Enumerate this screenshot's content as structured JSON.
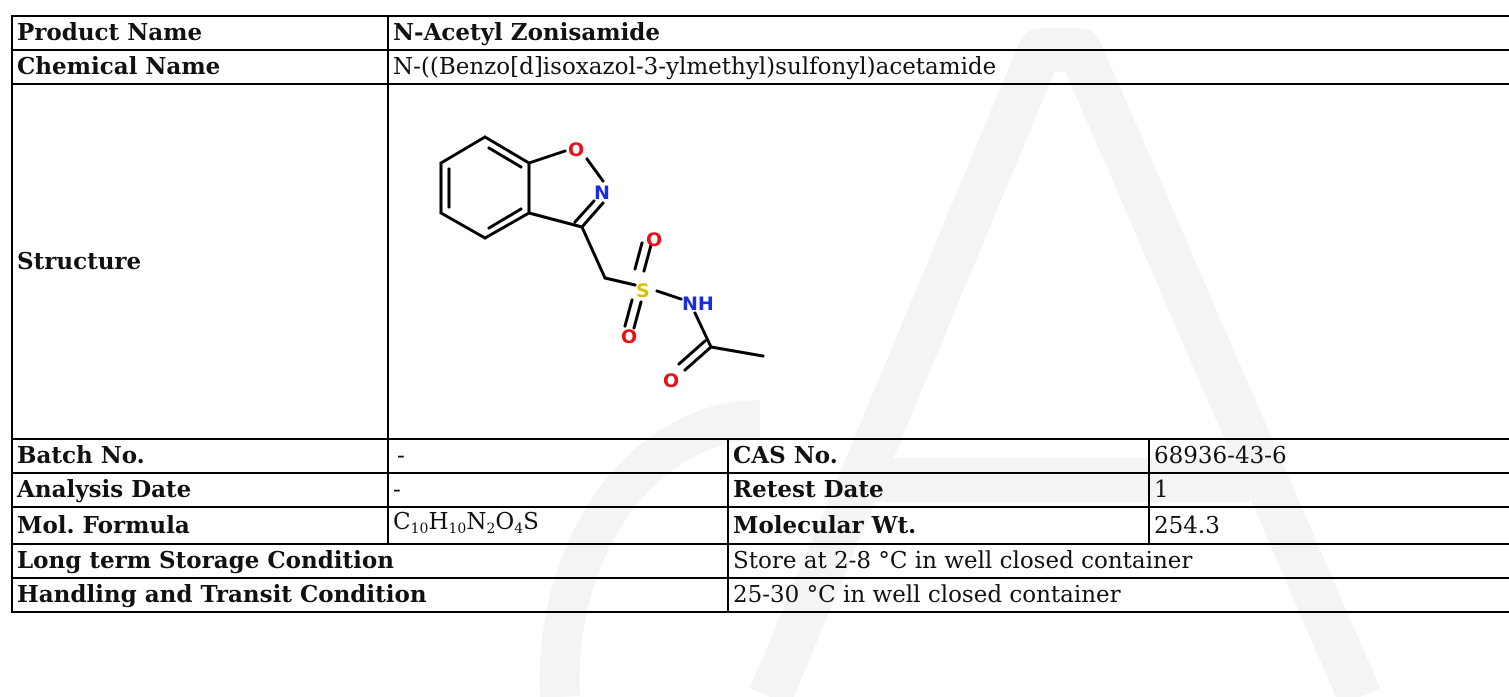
{
  "watermark": {
    "color": "#f4f4f4"
  },
  "rows": {
    "product": {
      "label": "Product Name",
      "value": "N-Acetyl Zonisamide"
    },
    "chemical": {
      "label": "Chemical Name",
      "value": "N-((Benzo[d]isoxazol-3-ylmethyl)sulfonyl)acetamide"
    },
    "structure": {
      "label": "Structure"
    },
    "batch": {
      "label": "Batch No.",
      "value": "-",
      "label2": "CAS No.",
      "value2": "68936-43-6"
    },
    "analysis": {
      "label": "Analysis Date",
      "value": "-",
      "label2": "Retest Date",
      "value2": "1"
    },
    "formula": {
      "label": "Mol. Formula",
      "parts": [
        {
          "el": "C",
          "n": "10"
        },
        {
          "el": "H",
          "n": "10"
        },
        {
          "el": "N",
          "n": "2"
        },
        {
          "el": "O",
          "n": "4"
        },
        {
          "el": "S",
          "n": ""
        }
      ],
      "label2": "Molecular Wt.",
      "value2": "254.3"
    },
    "storage": {
      "label": "Long term Storage Condition",
      "value": "Store at 2-8 °C in well closed container"
    },
    "transit": {
      "label": "Handling and Transit Condition",
      "value": "25-30 °C in well closed container"
    }
  },
  "structure_atoms": {
    "o_ring": "O",
    "n_ring": "N",
    "o_top": "O",
    "s": "S",
    "nh": "NH",
    "o_bottom": "O",
    "o_carbonyl": "O"
  },
  "colors": {
    "oxygen": "#e8101a",
    "nitrogen": "#1a2ee0",
    "sulfur": "#d4c400",
    "bond": "#000000"
  }
}
